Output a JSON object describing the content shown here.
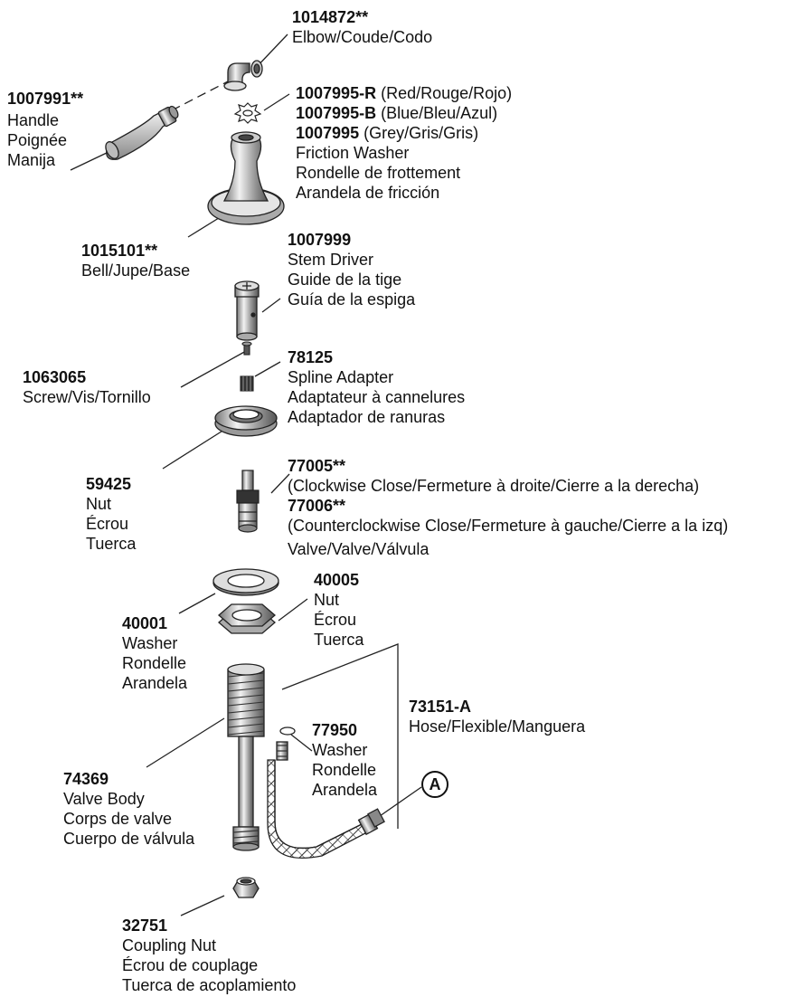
{
  "parts": {
    "elbow": {
      "part_no": "1014872**",
      "desc": [
        "Elbow/Coude/Codo"
      ]
    },
    "handle": {
      "part_no": "1007991**",
      "desc": [
        "Handle",
        "Poignée",
        "Manija"
      ]
    },
    "washer_variants": [
      {
        "part_no": "1007995-R",
        "color": "(Red/Rouge/Rojo)"
      },
      {
        "part_no": "1007995-B",
        "color": "(Blue/Bleu/Azul)"
      },
      {
        "part_no": "1007995",
        "color": "(Grey/Gris/Gris)"
      }
    ],
    "friction_washer": {
      "desc": [
        "Friction Washer",
        "Rondelle de frottement",
        "Arandela de fricción"
      ]
    },
    "bell": {
      "part_no": "1015101**",
      "desc": [
        "Bell/Jupe/Base"
      ]
    },
    "stem_driver": {
      "part_no": "1007999",
      "desc": [
        "Stem Driver",
        "Guide de la tige",
        "Guía de la espiga"
      ]
    },
    "screw": {
      "part_no": "1063065",
      "desc": [
        "Screw/Vis/Tornillo"
      ]
    },
    "spline_adapter": {
      "part_no": "78125",
      "desc": [
        "Spline Adapter",
        "Adaptateur à cannelures",
        "Adaptador de ranuras"
      ]
    },
    "nut_59425": {
      "part_no": "59425",
      "desc": [
        "Nut",
        "Écrou",
        "Tuerca"
      ]
    },
    "valve": {
      "cw_part_no": "77005**",
      "cw_desc": "(Clockwise Close/Fermeture à droite/Cierre a la derecha)",
      "ccw_part_no": "77006**",
      "ccw_desc": "(Counterclockwise Close/Fermeture à gauche/Cierre a la izq)",
      "desc": "Valve/Valve/Válvula"
    },
    "nut_40005": {
      "part_no": "40005",
      "desc": [
        "Nut",
        "Écrou",
        "Tuerca"
      ]
    },
    "washer_40001": {
      "part_no": "40001",
      "desc": [
        "Washer",
        "Rondelle",
        "Arandela"
      ]
    },
    "hose": {
      "part_no": "73151-A",
      "desc": [
        "Hose/Flexible/Manguera"
      ]
    },
    "washer_77950": {
      "part_no": "77950",
      "desc": [
        "Washer",
        "Rondelle",
        "Arandela"
      ]
    },
    "valve_body": {
      "part_no": "74369",
      "desc": [
        "Valve Body",
        "Corps de valve",
        "Cuerpo de válvula"
      ]
    },
    "coupling_nut": {
      "part_no": "32751",
      "desc": [
        "Coupling Nut",
        "Écrou de couplage",
        "Tuerca de acoplamiento"
      ]
    }
  },
  "callout": {
    "letter": "A"
  }
}
